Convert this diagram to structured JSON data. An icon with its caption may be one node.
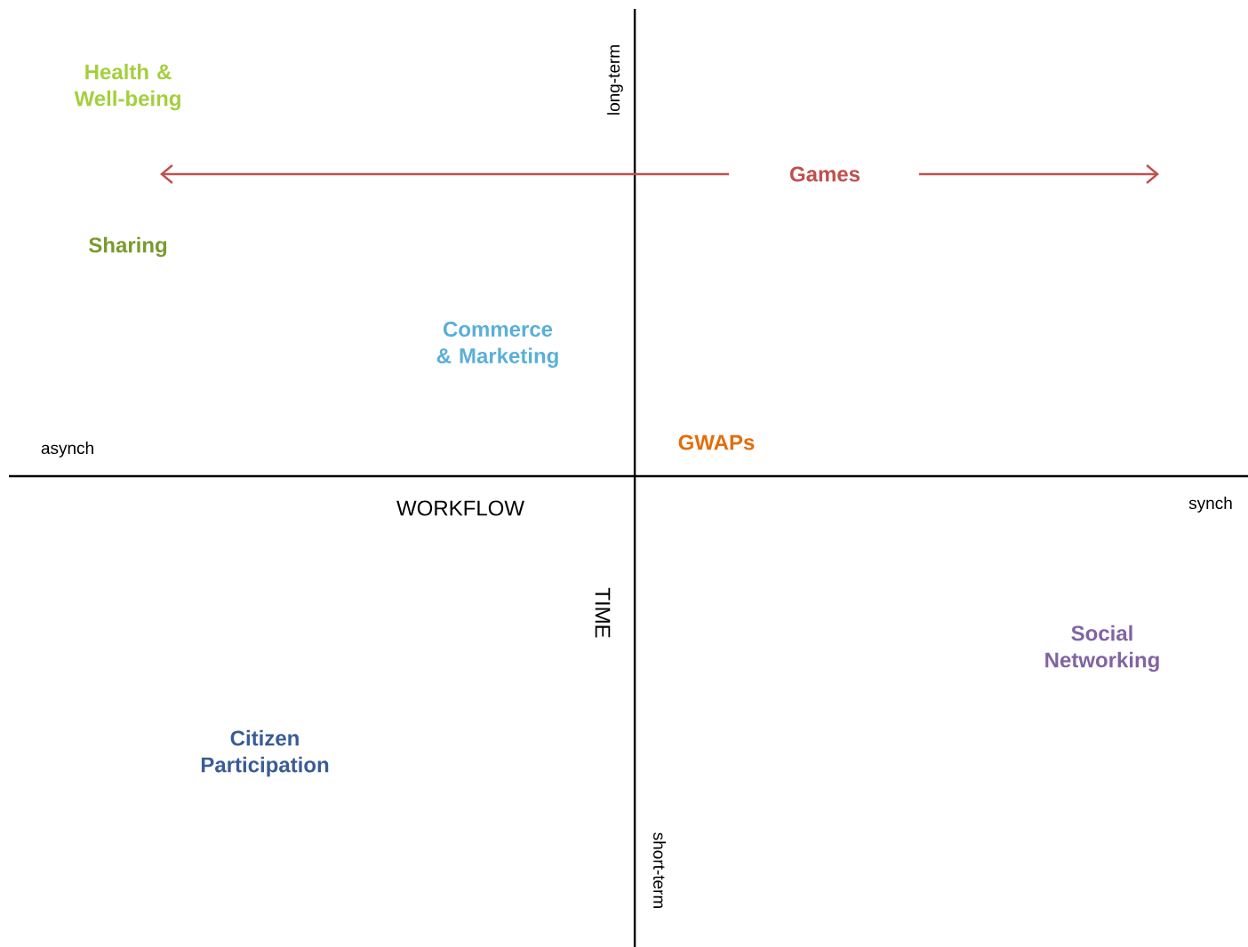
{
  "diagram": {
    "labels": [
      "Health & Well-being",
      "long-term",
      "Games",
      "Sharing",
      "Commerce & Marketing",
      "asynch",
      "GWAPs",
      "WORKFLOW",
      "synch",
      "TIME",
      "Social Networking",
      "Citizen Participation",
      "short-term"
    ]
  }
}
